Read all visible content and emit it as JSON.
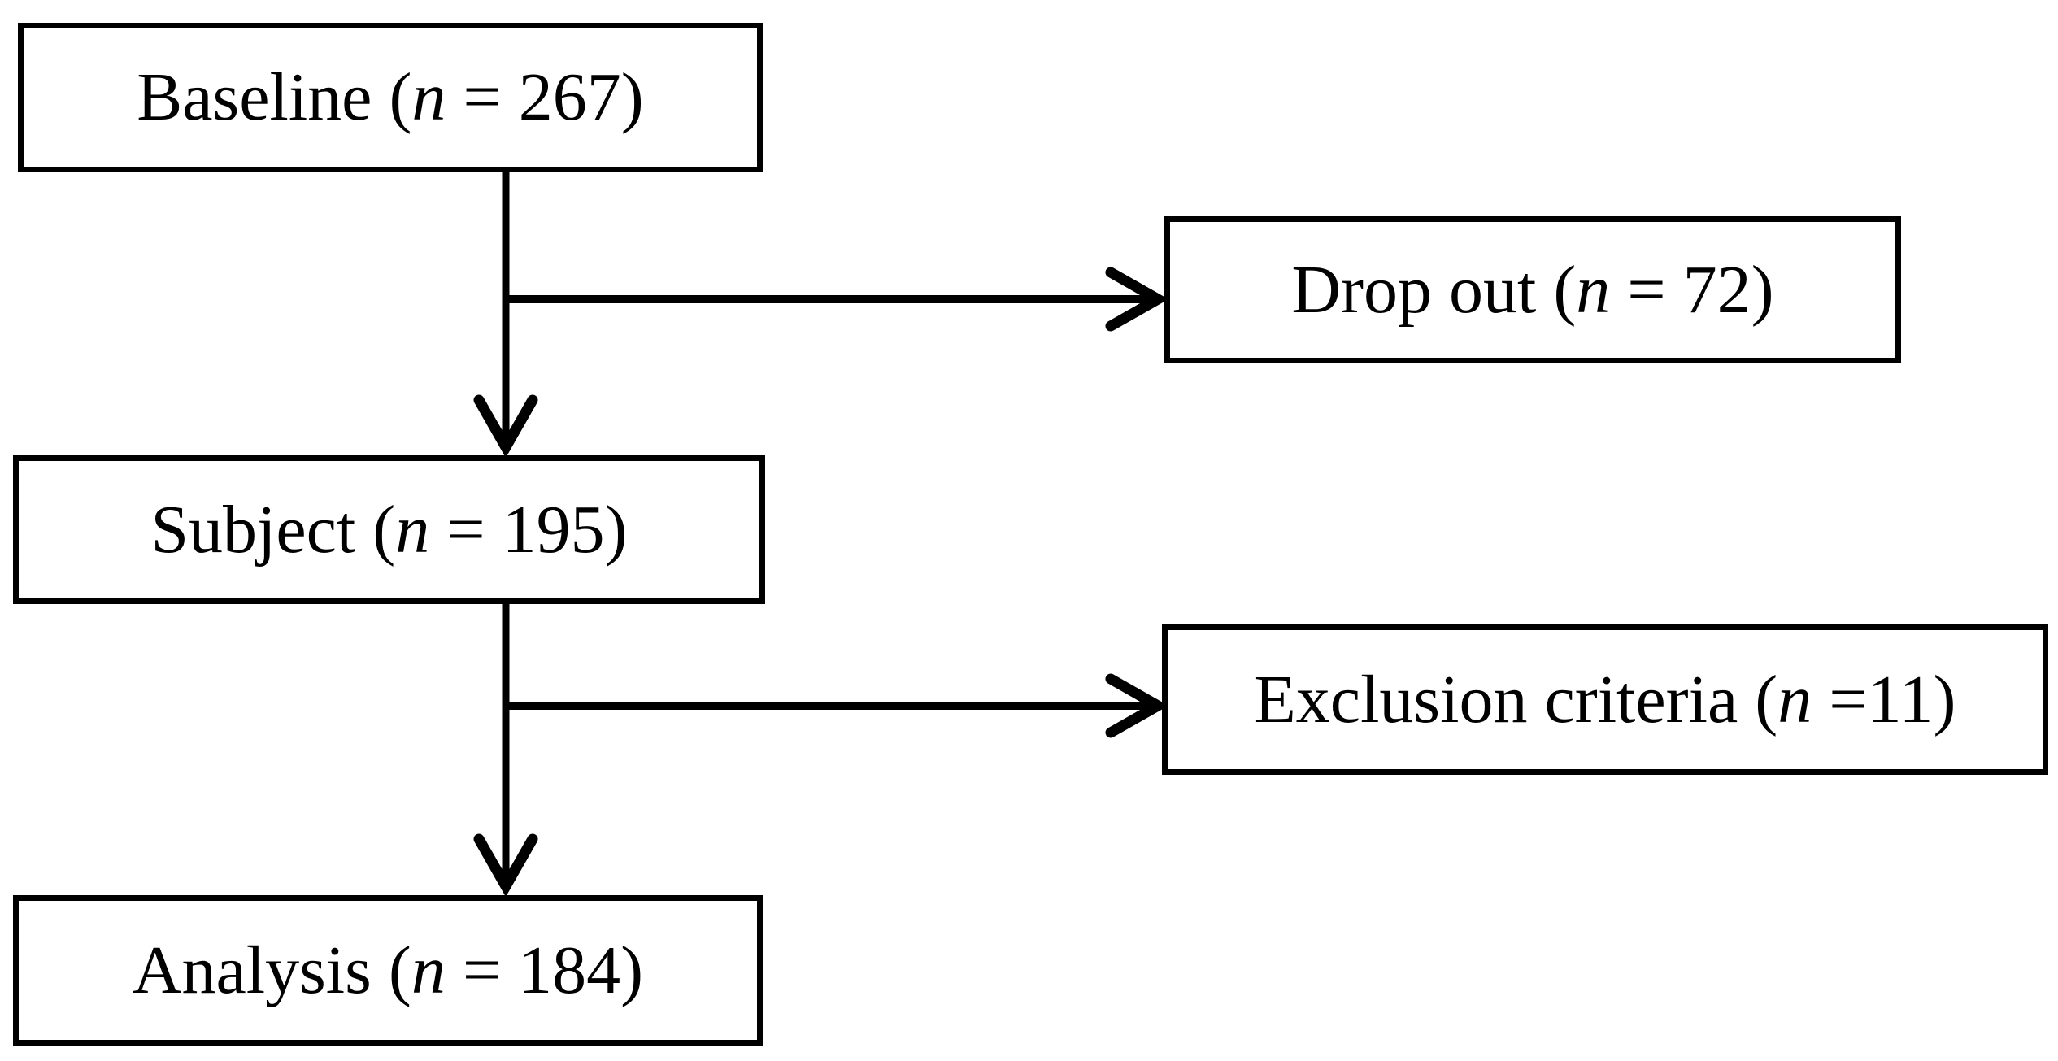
{
  "figure": {
    "type": "study-flow-diagram",
    "background_color": "#ffffff",
    "line_color": "#000000",
    "box_fill_color": "#ffffff",
    "nodes": [
      {
        "id": "baseline",
        "pre": "Baseline (",
        "var": "n",
        "post": " = 267)",
        "count": 267
      },
      {
        "id": "dropout",
        "pre": "Drop out (",
        "var": "n",
        "post": " = 72)",
        "count": 72
      },
      {
        "id": "subject",
        "pre": "Subject (",
        "var": "n",
        "post": " = 195)",
        "count": 195
      },
      {
        "id": "exclusion",
        "pre": "Exclusion criteria (",
        "var": "n",
        "post": " =11)",
        "count": 11
      },
      {
        "id": "analysis",
        "pre": "Analysis (",
        "var": "n",
        "post": " = 184)",
        "count": 184
      }
    ],
    "edges": [
      {
        "from": "baseline",
        "to": "subject",
        "style": "arrow-down"
      },
      {
        "from": "baseline",
        "to": "dropout",
        "style": "arrow-right"
      },
      {
        "from": "subject",
        "to": "analysis",
        "style": "arrow-down"
      },
      {
        "from": "subject",
        "to": "exclusion",
        "style": "arrow-right"
      }
    ]
  }
}
